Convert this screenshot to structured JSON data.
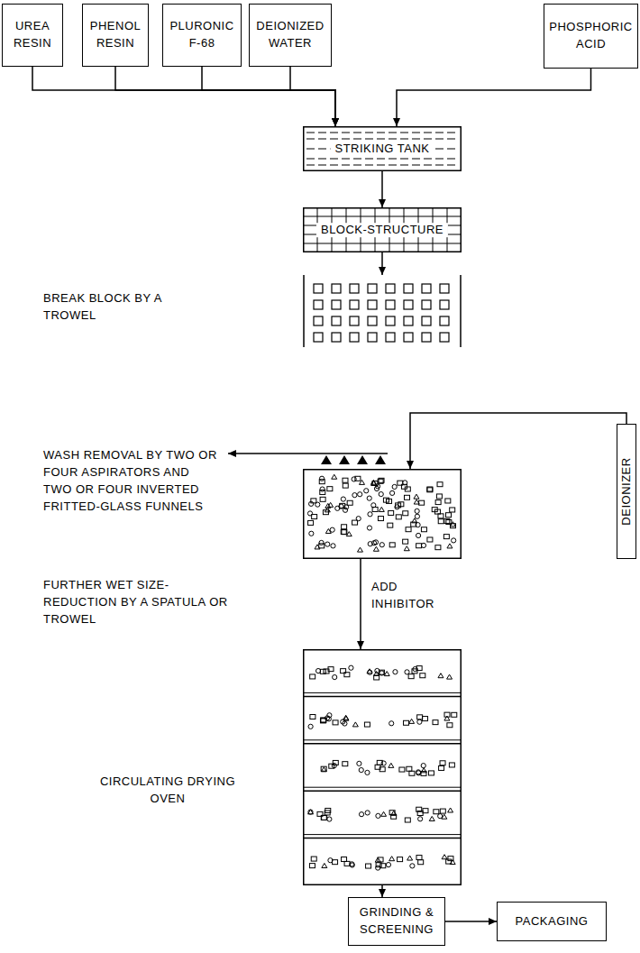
{
  "diagram": {
    "nodes": [
      {
        "text": [
          "UREA RESIN"
        ]
      },
      {
        "text": [
          "PHENOL RESIN"
        ]
      },
      {
        "text": [
          "PLURONIC F-68"
        ]
      },
      {
        "text": [
          "DEIONIZED WATER"
        ]
      },
      {
        "text": [
          "PHOSPHORIC ACID"
        ]
      },
      {
        "text": [
          "STRIKING TANK"
        ]
      },
      {
        "text": [
          "BLOCK-STRUCTURE"
        ]
      },
      {
        "text": [
          "BREAK BLOCK BY A TROWEL"
        ]
      },
      {
        "text": [
          "WASH REMOVAL BY TWO OR FOUR ASPIRATORS AND TWO OR FOUR INVERTED FRITTED-GLASS FUNNELS"
        ]
      },
      {
        "text": [
          "DEIONIZER"
        ]
      },
      {
        "text": [
          "CIRCULATING DRYING OVEN"
        ]
      },
      {
        "text": [
          "GRINDING & SCREENING"
        ]
      },
      {
        "text": [
          "PACKAGING"
        ]
      }
    ],
    "edges": [
      {
        "from": 0,
        "to": 5,
        "arrow": "to"
      },
      {
        "from": 1,
        "to": 5,
        "arrow": "to"
      },
      {
        "from": 2,
        "to": 5,
        "arrow": "to"
      },
      {
        "from": 3,
        "to": 5,
        "arrow": "to"
      },
      {
        "from": 4,
        "to": 5,
        "arrow": "to"
      },
      {
        "from": 5,
        "to": 6,
        "arrow": "to"
      },
      {
        "from": 6,
        "to": 7,
        "arrow": "to"
      },
      {
        "from": 9,
        "to": 8,
        "arrow": "to"
      },
      {
        "from": 8,
        "to": 10,
        "label": "ADD INHIBITOR",
        "arrow": "to"
      },
      {
        "from": 10,
        "to": 11,
        "arrow": "to"
      },
      {
        "from": 11,
        "to": 12,
        "arrow": "to"
      }
    ],
    "labels": [
      "FURTHER WET SIZE-REDUCTION BY A SPATULA OR TROWEL"
    ]
  }
}
